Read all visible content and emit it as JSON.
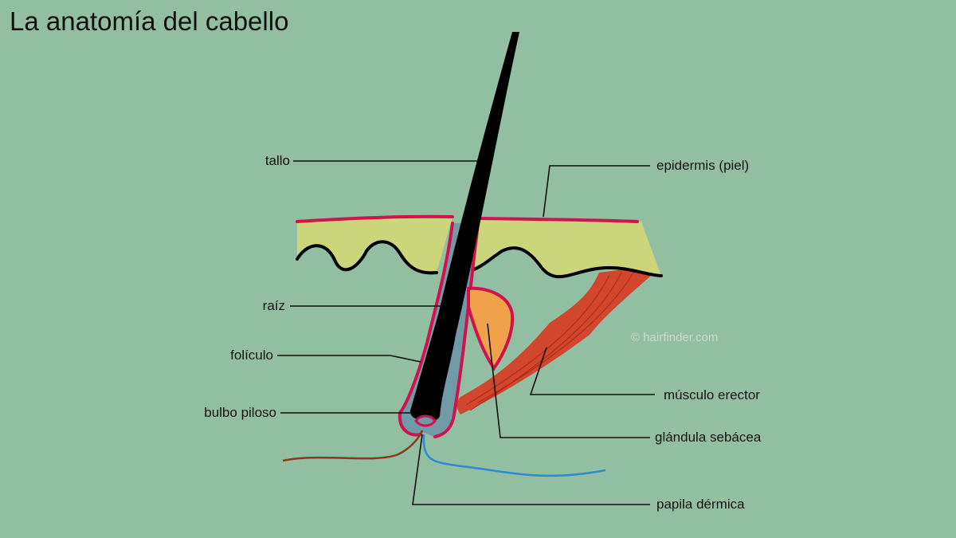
{
  "title": "La anatomía del cabello",
  "watermark": "© hairfinder.com",
  "labels": {
    "tallo": "tallo",
    "epidermis": "epidermis (piel)",
    "raiz": "raíz",
    "foliculo": "folículo",
    "musculo": "músculo erector",
    "bulbo": "bulbo piloso",
    "glandula": "glándula sebácea",
    "papila": "papila dérmica"
  },
  "colors": {
    "background": "#92bea2",
    "skin": "#cbd57a",
    "outline": "#d0134f",
    "follicle": "#6f9aa6",
    "hair": "#000000",
    "gland": "#f0a24a",
    "muscle": "#d1462c",
    "nerve": "#2b8ad0",
    "vessel": "#8a3a1a",
    "watermark": "#c7dccd"
  }
}
